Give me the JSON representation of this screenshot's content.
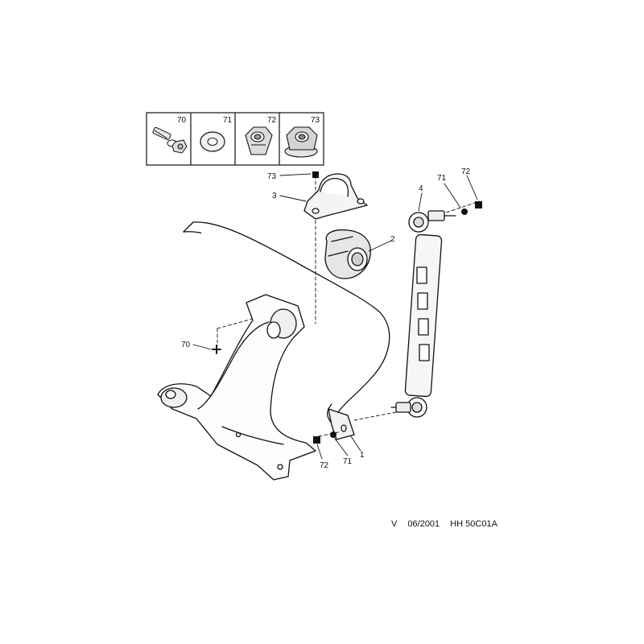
{
  "legend_box": {
    "items": [
      {
        "number": "70",
        "icon": "bolt-with-washer-icon"
      },
      {
        "number": "71",
        "icon": "flat-washer-icon"
      },
      {
        "number": "72",
        "icon": "nylon-lock-nut-icon"
      },
      {
        "number": "73",
        "icon": "flange-nut-icon"
      }
    ]
  },
  "callouts": {
    "c73_top": "73",
    "c3": "3",
    "c4": "4",
    "c71_top": "71",
    "c72_top": "72",
    "c2": "2",
    "c70": "70",
    "c72_bottom": "72",
    "c71_bottom": "71",
    "c1": "1"
  },
  "footer": {
    "version": "V",
    "date": "06/2001",
    "code": "HH 50C01A"
  }
}
